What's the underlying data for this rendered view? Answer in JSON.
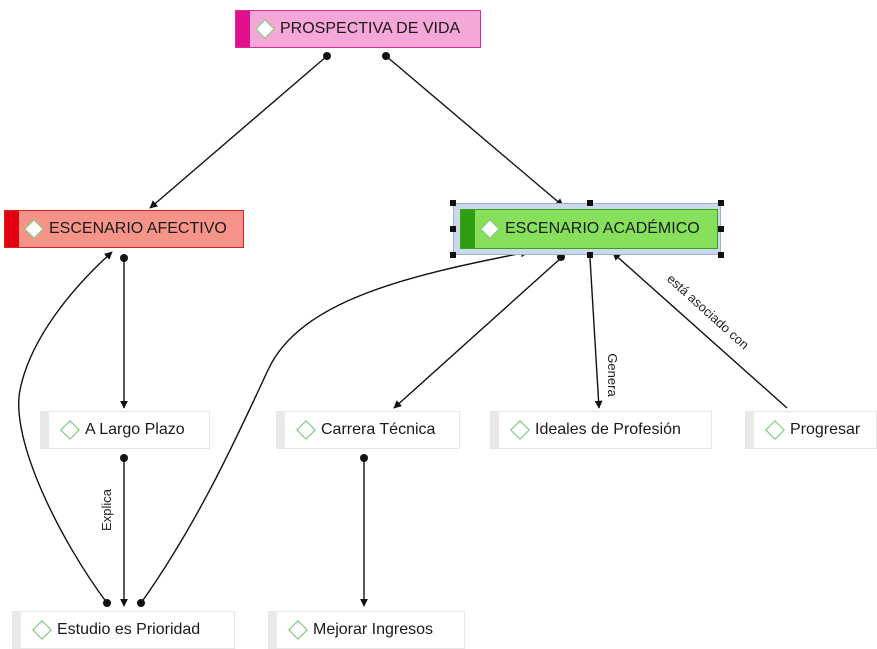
{
  "nodes": {
    "root": "PROSPECTIVA DE VIDA",
    "afectivo": "ESCENARIO AFECTIVO",
    "academico": "ESCENARIO ACADÉMICO",
    "largo_plazo": "A Largo Plazo",
    "carrera": "Carrera Técnica",
    "ideales": "Ideales de Profesión",
    "progresar": "Progresar",
    "estudio": "Estudio es Prioridad",
    "mejorar": "Mejorar Ingresos"
  },
  "edge_labels": {
    "explica": "Explica",
    "genera": "Genera",
    "asociado": "está asociado con"
  },
  "colors": {
    "root_fill": "#f5a7d8",
    "afectivo_fill": "#f7948a",
    "academico_fill": "#86e05c",
    "selection": "#cbd9ea",
    "icon": "#6cc46c"
  }
}
